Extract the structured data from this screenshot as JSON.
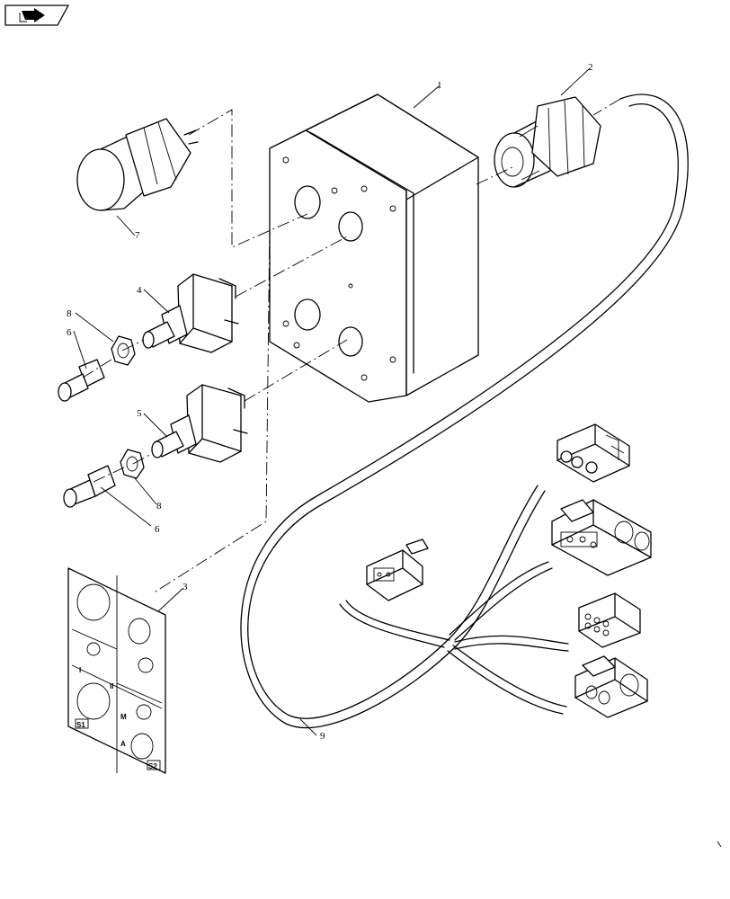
{
  "callouts": [
    "1",
    "2",
    "3",
    "4",
    "5",
    "6",
    "6",
    "7",
    "8",
    "8",
    "9"
  ],
  "panel_marks": {
    "roman_one": "I",
    "roman_two": "II",
    "m": "M",
    "a": "A",
    "code_left": "S1",
    "code_right": "S2"
  },
  "nav_icon": "book-page-arrow-icon"
}
